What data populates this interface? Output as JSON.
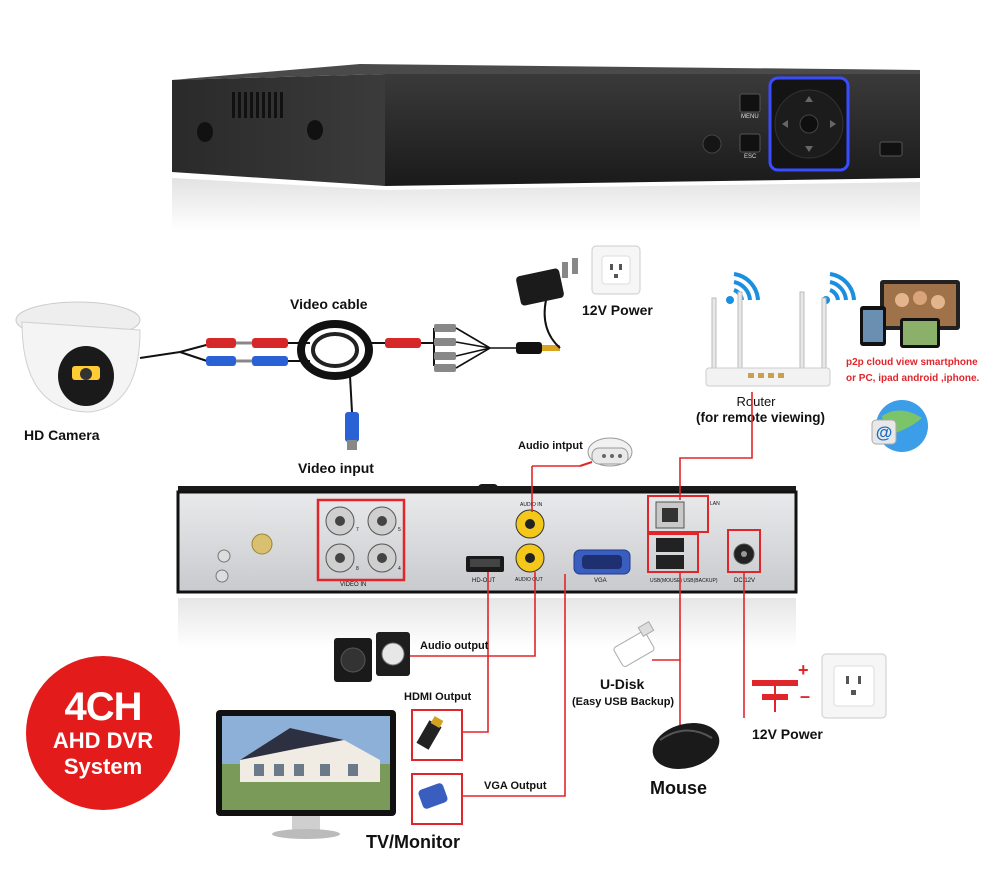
{
  "front_panel": {
    "menu_label": "MENU",
    "esc_label": "ESC"
  },
  "rear_panel": {
    "video_in_label": "VIDEO IN",
    "port_numbers": [
      "7",
      "5",
      "8",
      "4"
    ],
    "hd_out_label": "HD-OUT",
    "audio_in_label": "AUDIO IN",
    "audio_out_label": "AUDIO OUT",
    "vga_label": "VGA",
    "lan_label": "LAN",
    "usb_label": "USB(MOUSE) USB(BACKUP)",
    "dc_label": "DC 12V"
  },
  "labels": {
    "hd_camera": "HD Camera",
    "video_cable": "Video cable",
    "video_input": "Video input",
    "power_top": "12V Power",
    "router_title": "Router",
    "router_sub": "(for remote viewing)",
    "p2p_line1": "p2p cloud  view smartphone",
    "p2p_line2": "or PC, ipad android ,iphone.",
    "audio_input": "Audio intput",
    "audio_output": "Audio output",
    "hdmi_output": "HDMI Output",
    "vga_output": "VGA Output",
    "tv_monitor": "TV/Monitor",
    "u_disk": "U-Disk",
    "u_disk_sub": "(Easy USB Backup)",
    "mouse": "Mouse",
    "power_bottom": "12V Power"
  },
  "badge": {
    "line1": "4CH",
    "line2": "AHD DVR",
    "line3": "System",
    "color": "#e31b1b"
  },
  "colors": {
    "wire_red": "#e0262a",
    "wifi_blue": "#1a8fe0",
    "dvr_body": "#2b2b2b"
  }
}
